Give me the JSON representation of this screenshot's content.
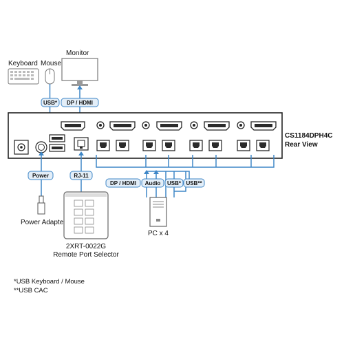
{
  "device": {
    "model": "CS1184DPH4C",
    "view": "Rear View"
  },
  "labels": {
    "keyboard": "Keyboard",
    "mouse": "Mouse",
    "monitor": "Monitor",
    "usb_console": "USB*",
    "dp_hdmi_console": "DP / HDMI",
    "power_tag": "Power",
    "rj11_tag": "RJ-11",
    "power_adapter": "Power Adapter",
    "selector_model": "2XRT-0022G",
    "selector_name": "Remote Port Selector",
    "pc_dp_hdmi": "DP / HDMI",
    "pc_audio": "Audio",
    "pc_usb": "USB*",
    "pc_usb_cac": "USB**",
    "pc_count": "PC x 4"
  },
  "footnotes": {
    "usb": "*USB Keyboard / Mouse",
    "cac": "**USB CAC"
  },
  "colors": {
    "accent": "#3f87c7",
    "tag_fill": "#e3eef8",
    "device_outline": "#222222",
    "port_fill": "#2b2b2b"
  }
}
